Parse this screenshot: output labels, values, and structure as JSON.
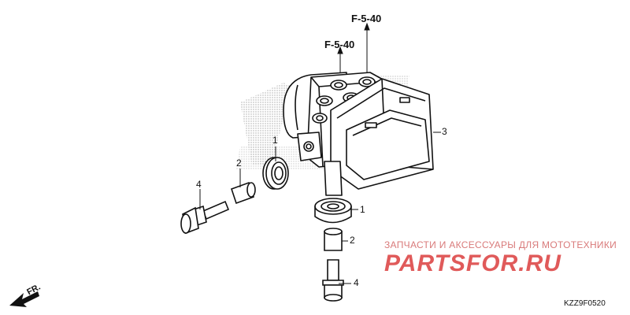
{
  "references": {
    "upper": "F-5-40",
    "lower": "F-5-40"
  },
  "callouts": {
    "damper_upper": "1",
    "damper_lower": "1",
    "collar_left": "2",
    "collar_lower": "2",
    "modulator": "3",
    "bolt_left": "4",
    "bolt_lower": "4"
  },
  "direction_label": "FR.",
  "diagram_code": "KZZ9F0520",
  "watermark": {
    "caption": "ЗАПЧАСТИ И АКСЕССУАРЫ ДЛЯ МОТОТЕХНИКИ",
    "logo": "PARTSFOR.RU"
  },
  "colors": {
    "line": "#111111",
    "watermark": "#e05a5a",
    "hatch": "#9a9a9a"
  }
}
